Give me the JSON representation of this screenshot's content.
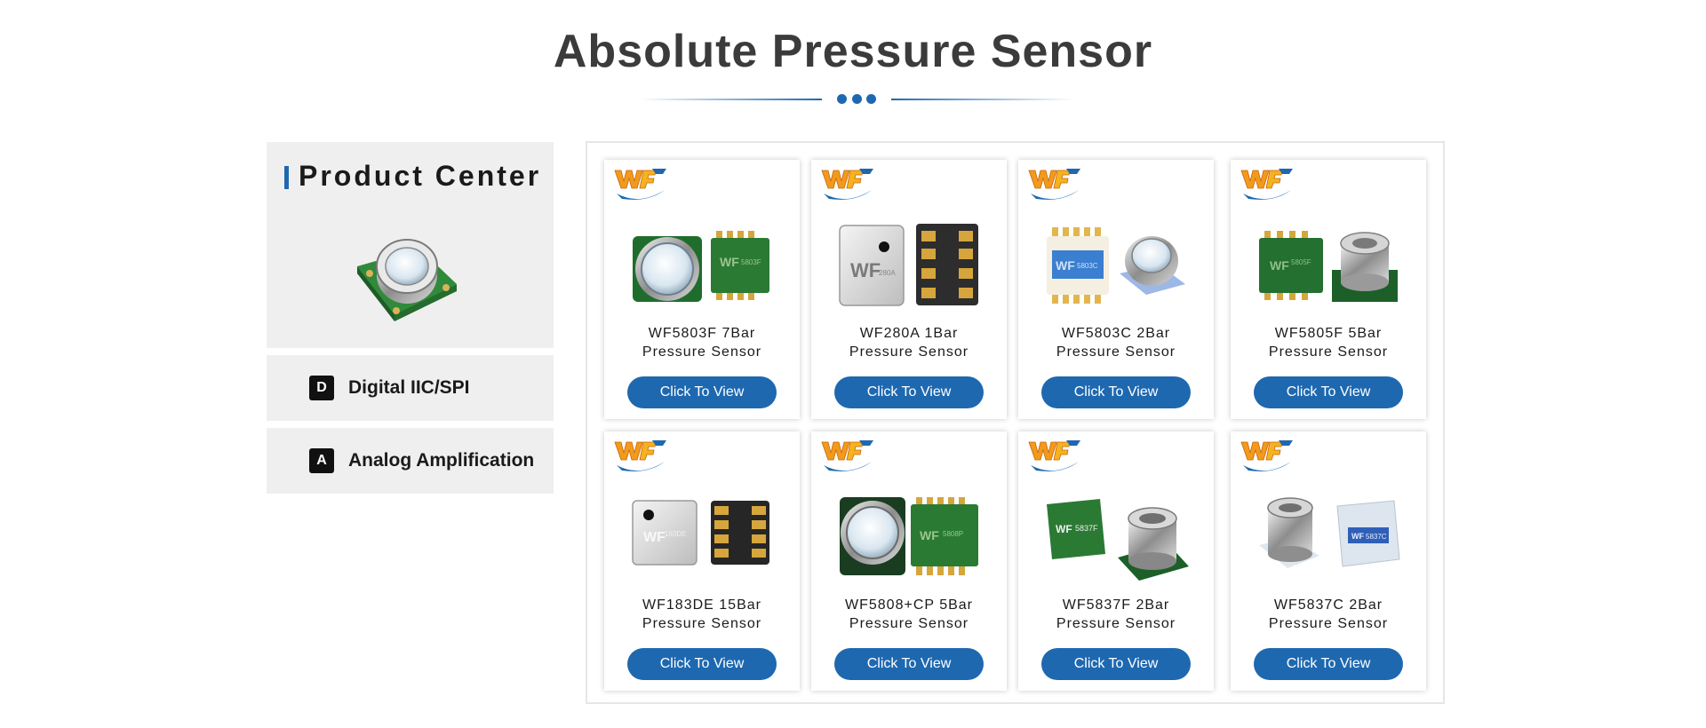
{
  "header": {
    "title": "Absolute Pressure Sensor",
    "accent_color": "#1e68b0"
  },
  "sidebar": {
    "heading": "Product Center",
    "items": [
      {
        "badge": "D",
        "label": "Digital IIC/SPI"
      },
      {
        "badge": "A",
        "label": "Analog Amplification"
      }
    ]
  },
  "products": [
    {
      "name_line1": "WF5803F 7Bar",
      "name_line2": "Pressure Sensor",
      "button": "Click To View",
      "chip_marking": "5803F"
    },
    {
      "name_line1": "WF280A 1Bar",
      "name_line2": "Pressure Sensor",
      "button": "Click To View",
      "chip_marking": "280A"
    },
    {
      "name_line1": "WF5803C 2Bar",
      "name_line2": "Pressure Sensor",
      "button": "Click To View",
      "chip_marking": "5803C"
    },
    {
      "name_line1": "WF5805F 5Bar",
      "name_line2": "Pressure Sensor",
      "button": "Click To View",
      "chip_marking": "5805F"
    },
    {
      "name_line1": "WF183DE 15Bar",
      "name_line2": "Pressure Sensor",
      "button": "Click To View",
      "chip_marking": "183DE"
    },
    {
      "name_line1": "WF5808+CP 5Bar",
      "name_line2": "Pressure Sensor",
      "button": "Click To View",
      "chip_marking": "5808P"
    },
    {
      "name_line1": "WF5837F 2Bar",
      "name_line2": "Pressure Sensor",
      "button": "Click To View",
      "chip_marking": "5837F"
    },
    {
      "name_line1": "WF5837C 2Bar",
      "name_line2": "Pressure Sensor",
      "button": "Click To View",
      "chip_marking": "5837C"
    }
  ]
}
